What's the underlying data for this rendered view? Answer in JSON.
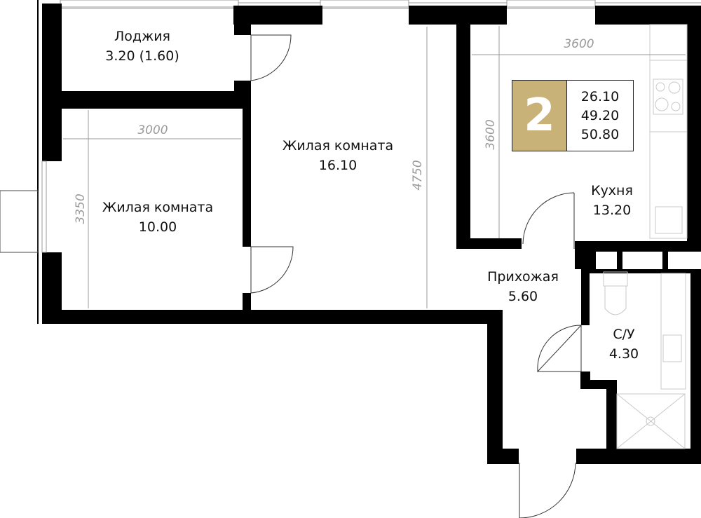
{
  "plan": {
    "rooms": [
      {
        "id": "loggia",
        "name": "Лоджия",
        "area": "3.20 (1.60)"
      },
      {
        "id": "bedroom",
        "name": "Жилая комната",
        "area": "10.00"
      },
      {
        "id": "living",
        "name": "Жилая комната",
        "area": "16.10"
      },
      {
        "id": "kitchen",
        "name": "Кухня",
        "area": "13.20"
      },
      {
        "id": "hallway",
        "name": "Прихожая",
        "area": "5.60"
      },
      {
        "id": "bathroom",
        "name": "С/У",
        "area": "4.30"
      }
    ],
    "dimensions": {
      "bedroom_width": "3000",
      "bedroom_height": "3350",
      "living_height": "4750",
      "kitchen_width": "3600",
      "kitchen_height": "3600"
    },
    "summary": {
      "rooms_count": "2",
      "living_area": "26.10",
      "total_area": "49.20",
      "total_area_with_loggia": "50.80",
      "accent_color": "#c9b277"
    }
  }
}
